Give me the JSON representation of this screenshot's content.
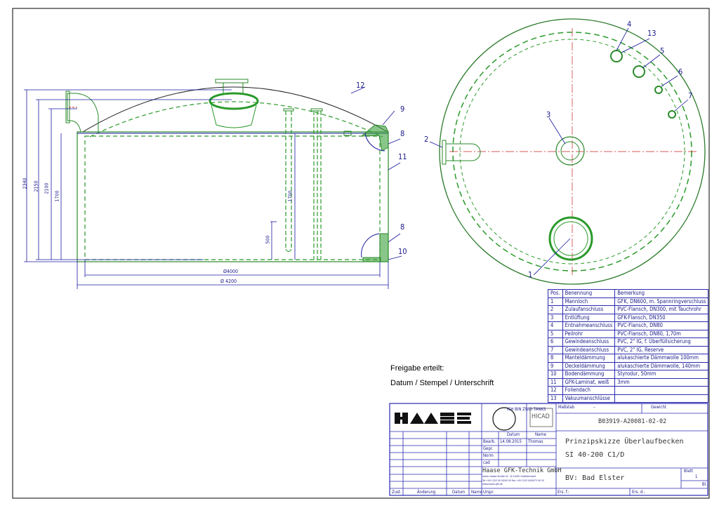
{
  "drawing": {
    "side_view": {
      "dimensions": [
        "2340",
        "2150",
        "2100",
        "1700",
        "1700",
        "500",
        "Ø4000",
        "Ø 4200"
      ],
      "position_labels": [
        "12",
        "9",
        "8",
        "11",
        "8",
        "10"
      ]
    },
    "top_view": {
      "position_labels": [
        "1",
        "2",
        "3",
        "4",
        "5",
        "6",
        "7",
        "13"
      ]
    }
  },
  "approval": {
    "line1": "Freigabe erteilt:",
    "line2": "Datum / Stempel / Unterschrift"
  },
  "parts_list": {
    "headers": [
      "Pos.",
      "Benennung",
      "Bemerkung"
    ],
    "rows": [
      [
        "1",
        "Mannloch",
        "GFK, DN600, m. Spannringverschluss"
      ],
      [
        "2",
        "Zulaufanschluss",
        "PVC-Flansch, DN300, mit Tauchrohr"
      ],
      [
        "3",
        "Entlüftung",
        "GFK-Flansch, DN350"
      ],
      [
        "4",
        "Entnahmeanschluss",
        "PVC-Flansch, DN80"
      ],
      [
        "5",
        "Peilrohr",
        "PVC-Flansch, DN80, 1,70m"
      ],
      [
        "6",
        "Gewindeanschluss",
        "PVC, 2\" IG, f. Überfüllsicherung"
      ],
      [
        "7",
        "Gewindeanschluss",
        "PVC, 2\" IG, Reserve"
      ],
      [
        "8",
        "Manteldämmung",
        "alukaschierte Dämmwolle 100mm"
      ],
      [
        "9",
        "Deckeldämmung",
        "alukaschierte Dämmwolle, 140mm"
      ],
      [
        "10",
        "Bodendämmung",
        "Styrodur, 50mm"
      ],
      [
        "11",
        "GFK-Laminat, weiß",
        "3mm"
      ],
      [
        "12",
        "Foliendach",
        ""
      ],
      [
        "13",
        "Vakuumanschlüsse",
        ""
      ]
    ]
  },
  "title_block": {
    "logo": "HAASE",
    "stamp_logo": "ICH BIN ZWEI TANKS",
    "cad_logo": "HICAD",
    "scale_label": "Maßstab",
    "scale_value": "–",
    "weight_label": "Gewicht",
    "drawing_number": "B03919-A20081-02-02",
    "date_header": "Datum",
    "name_header": "Name",
    "row_labels": [
      "Bearb.",
      "Gepr.",
      "Norm",
      "cad"
    ],
    "bearb_date": "14.08.2015",
    "bearb_name": "Thomas",
    "title_line1": "Prinzipskizze Überlaufbecken",
    "title_line2": "SI 40-200 C1/D",
    "company": "Haase GFK-Technik GmbH",
    "company_address": "Anton-Haase-Straße 02 · D 01000 Großröhrsdorf",
    "company_contact": "Tel.+49 1203 00 00/00 00   Fax.+49 1203 00/0073 00 20",
    "company_web": "www.haase-gfk.de",
    "project": "BV: Bad Elster",
    "sheet_label": "Blatt",
    "sheet_value": "1",
    "sheets_label": "Bl.",
    "rev_headers": [
      "Zust.",
      "Änderung",
      "Datum",
      "Name"
    ],
    "origin_label": "Urspr.",
    "replaces_label": "Ers. f.:",
    "replaced_by_label": "Ers. d.:"
  },
  "colors": {
    "frame": "#000000",
    "dimension": "#1a1aa0",
    "geometry": "#1f8a1f",
    "centerline": "#cc2020"
  }
}
